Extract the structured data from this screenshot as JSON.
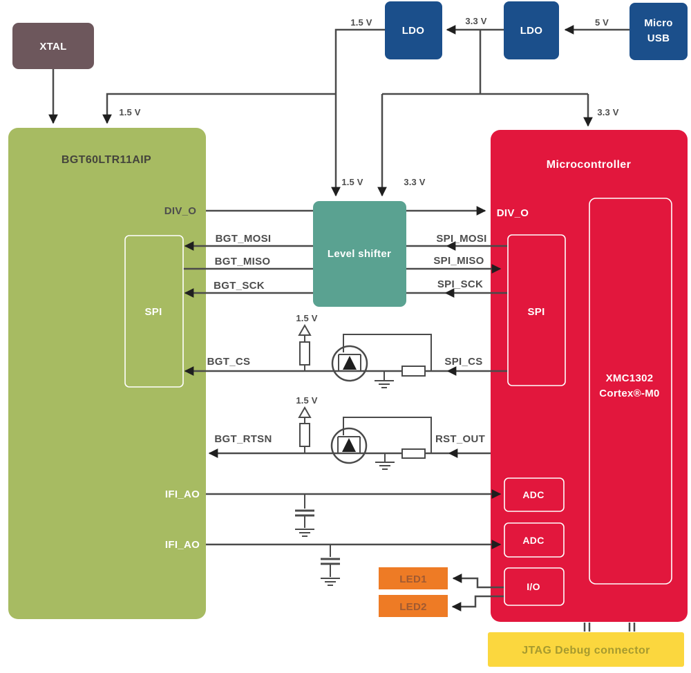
{
  "colors": {
    "wire": "#4a4a4a",
    "arrow": "#1f1f1f",
    "bgt_green": "#a7bb62",
    "mcu_red": "#e2173d",
    "level_shifter_teal": "#5aa291",
    "ldo_blue": "#1b4f8b",
    "xtal_brown": "#6d575c",
    "led_orange": "#ee7b25",
    "jtag_yellow": "#fbd73e",
    "label_gray": "#4d4d4d",
    "bgt_title": "#44443c",
    "led_text": "#a05a32",
    "jtag_text": "#a69a2f"
  },
  "blocks": {
    "xtal": {
      "label": "XTAL"
    },
    "ldo1": {
      "label": "LDO"
    },
    "ldo2": {
      "label": "LDO"
    },
    "micro_usb": {
      "line1": "Micro",
      "line2": "USB"
    },
    "bgt": {
      "title": "BGT60LTR11AIP",
      "spi": "SPI"
    },
    "level_shifter": {
      "label": "Level shifter"
    },
    "mcu": {
      "title": "Microcontroller",
      "spi": "SPI",
      "xmc_line1": "XMC1302",
      "xmc_line2": "Cortex®-M0",
      "adc1": "ADC",
      "adc2": "ADC",
      "io": "I/O"
    },
    "led1": {
      "label": "LED1"
    },
    "led2": {
      "label": "LED2"
    },
    "jtag": {
      "label": "JTAG Debug connector"
    }
  },
  "voltages": {
    "v5": "5 V",
    "v3_3": "3.3 V",
    "v1_5": "1.5 V"
  },
  "signals": {
    "div_o_bgt": "DIV_O",
    "div_o_mcu": "DIV_O",
    "bgt_mosi": "BGT_MOSI",
    "spi_mosi": "SPI_MOSI",
    "bgt_miso": "BGT_MISO",
    "spi_miso": "SPI_MISO",
    "bgt_sck": "BGT_SCK",
    "spi_sck": "SPI_SCK",
    "bgt_cs": "BGT_CS",
    "spi_cs": "SPI_CS",
    "bgt_rtsn": "BGT_RTSN",
    "rst_out": "RST_OUT",
    "ifi_ao_1": "IFI_AO",
    "ifi_ao_2": "IFI_AO"
  }
}
